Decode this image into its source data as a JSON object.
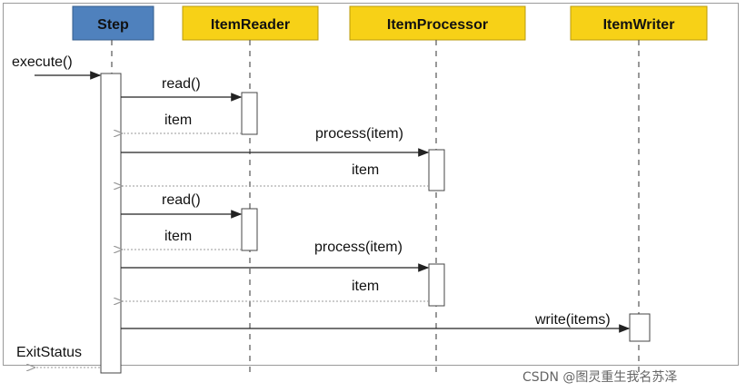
{
  "participants": [
    {
      "name": "Step",
      "fill": "#4f81bd"
    },
    {
      "name": "ItemReader",
      "fill": "#f7d117"
    },
    {
      "name": "ItemProcessor",
      "fill": "#f7d117"
    },
    {
      "name": "ItemWriter",
      "fill": "#f7d117"
    }
  ],
  "messages": {
    "execute": "execute()",
    "read1": "read()",
    "item1": "item",
    "process1": "process(item)",
    "item2": "item",
    "read2": "read()",
    "item3": "item",
    "process2": "process(item)",
    "item4": "item",
    "write": "write(items)",
    "exit": "ExitStatus"
  },
  "watermark": "CSDN @图灵重生我名苏泽"
}
